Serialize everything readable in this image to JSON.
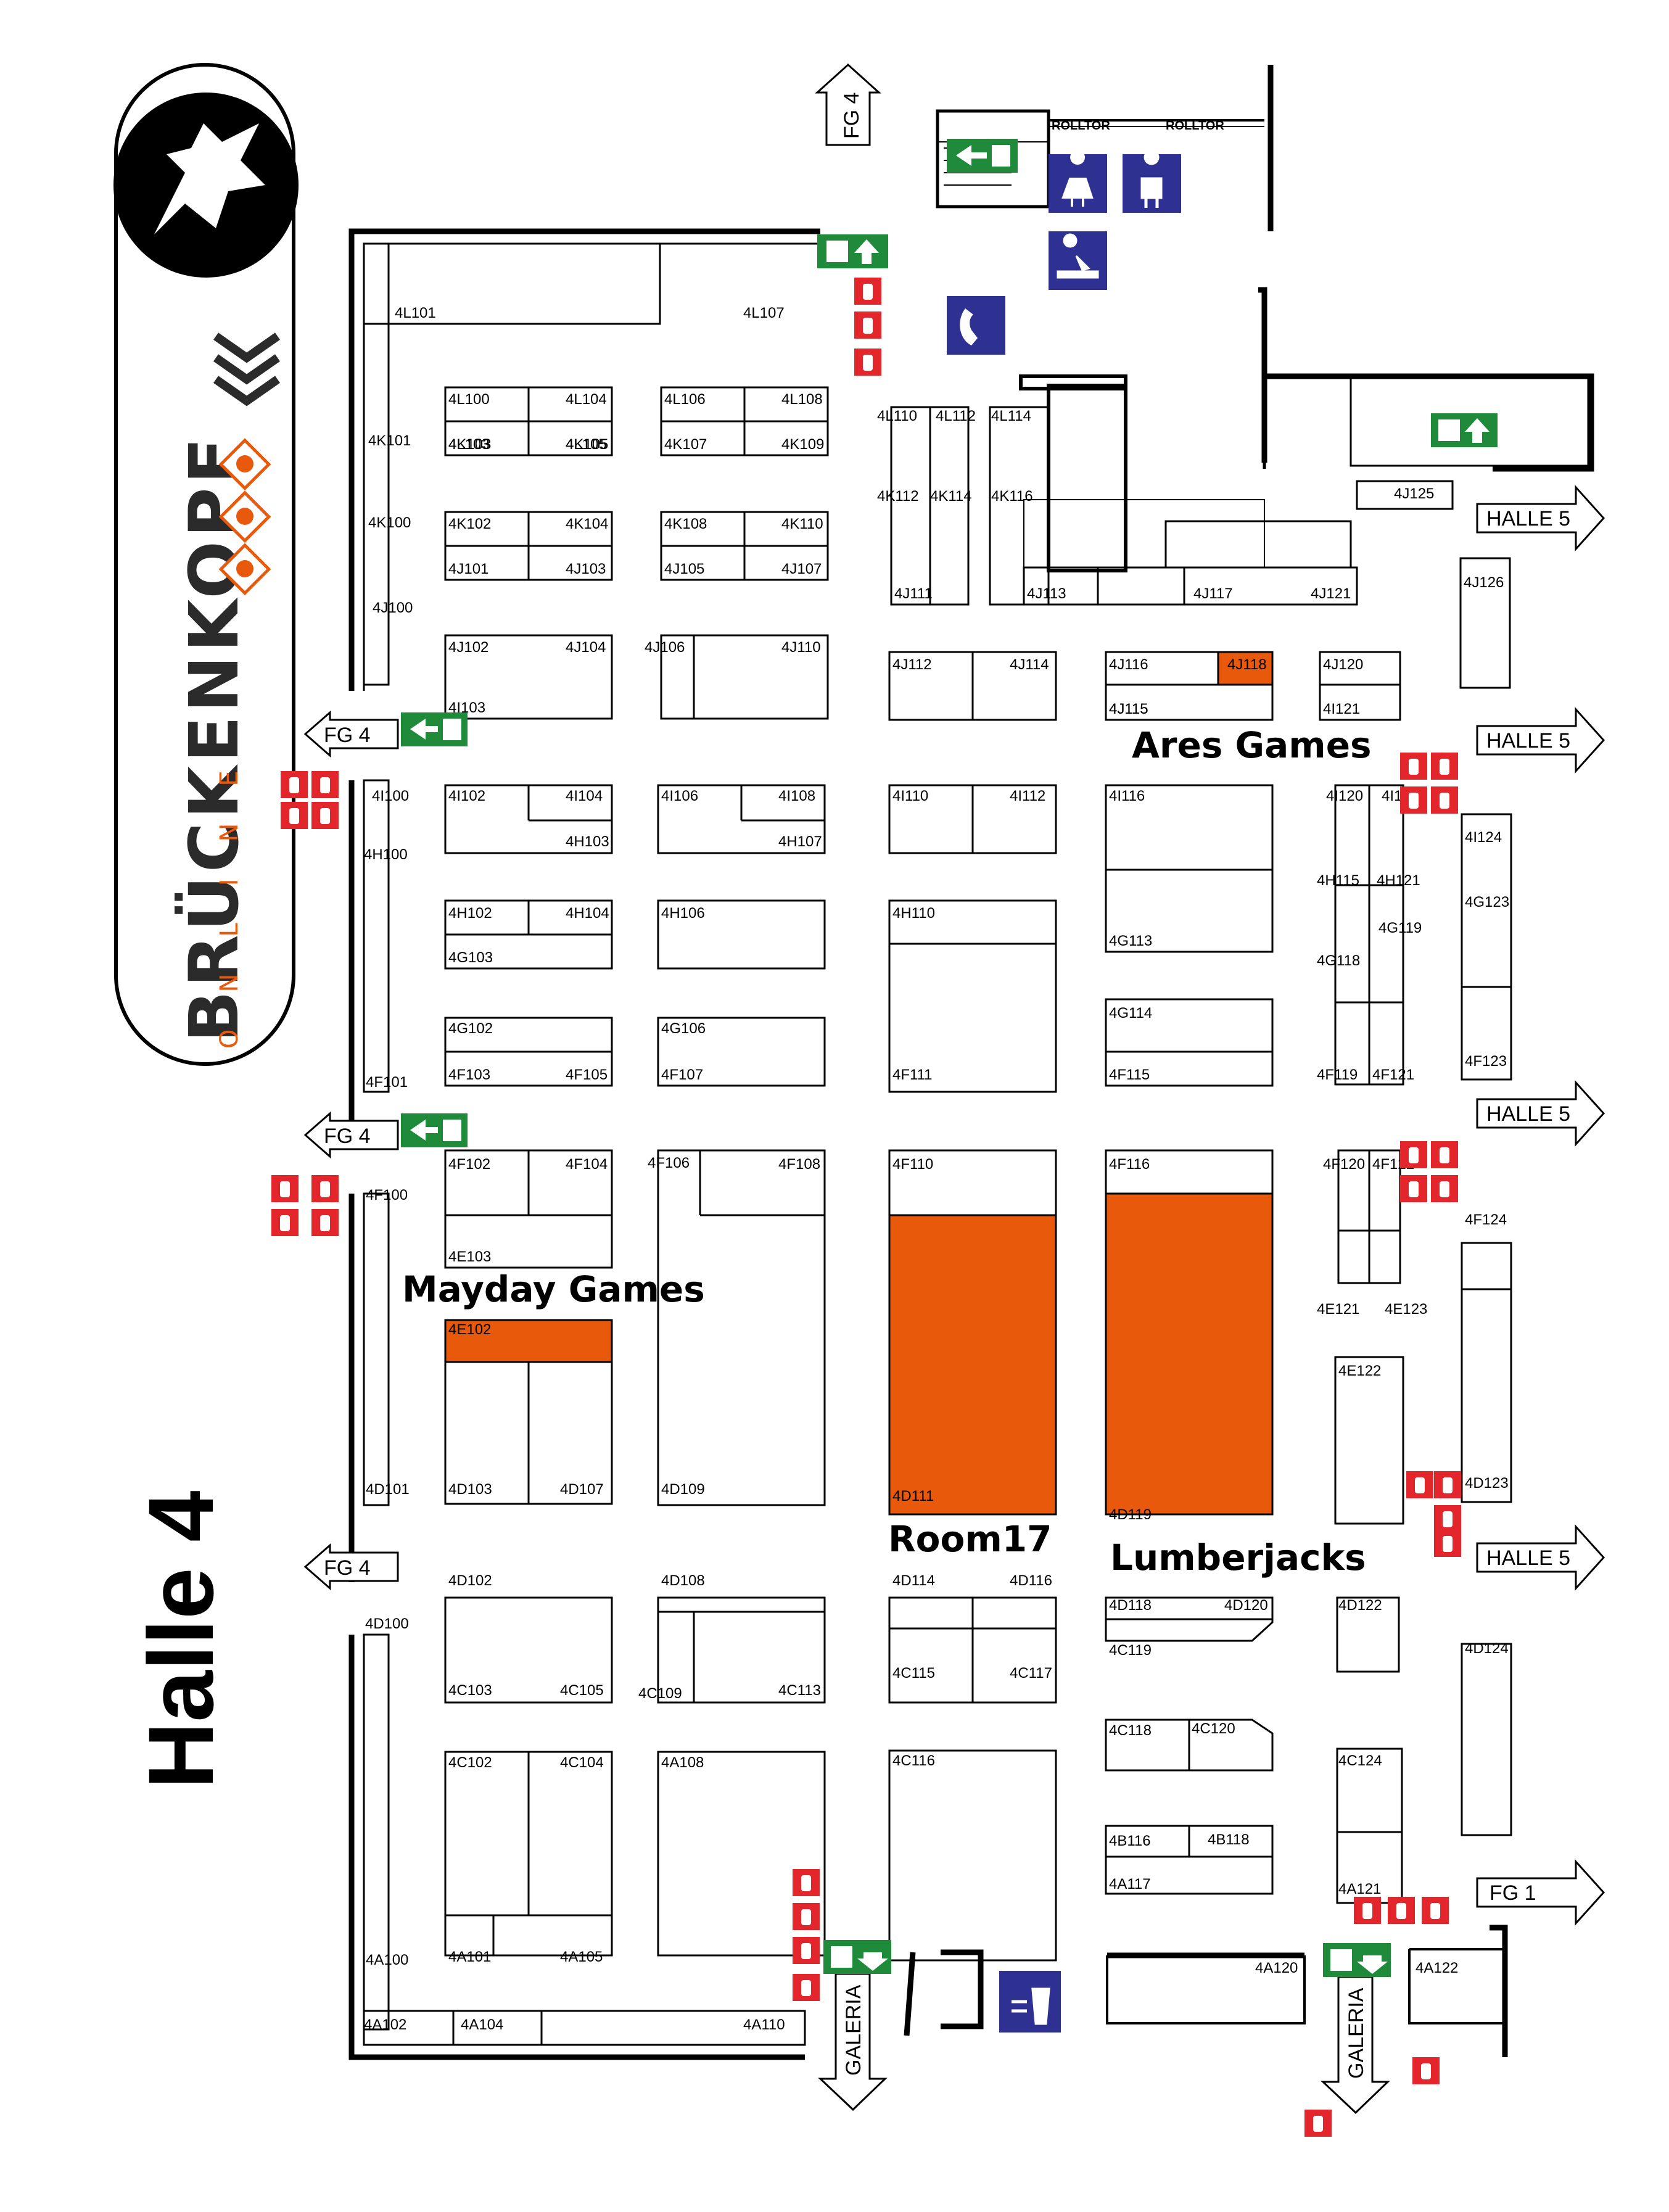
{
  "hall_title": "Halle 4",
  "logo": {
    "wordmark": "BRÜCKENKOPF",
    "subline": "ONLINE"
  },
  "colors": {
    "highlight": "#e8590c",
    "exit_green": "#1e8a3a",
    "info_blue": "#2e3192",
    "fire_red": "#e3262b",
    "wall": "#000000"
  },
  "highlights": [
    {
      "id": "ares",
      "label": "Ares Games"
    },
    {
      "id": "mayday",
      "label": "Mayday Games"
    },
    {
      "id": "room17",
      "label": "Room17"
    },
    {
      "id": "lumberjacks",
      "label": "Lumberjacks"
    }
  ],
  "direction_signs": [
    {
      "id": "fg4-top",
      "label": "FG 4"
    },
    {
      "id": "fg4-a",
      "label": "FG 4"
    },
    {
      "id": "fg4-b",
      "label": "FG 4"
    },
    {
      "id": "fg4-c",
      "label": "FG 4"
    },
    {
      "id": "halle5-a",
      "label": "HALLE 5"
    },
    {
      "id": "halle5-b",
      "label": "HALLE 5"
    },
    {
      "id": "halle5-c",
      "label": "HALLE 5"
    },
    {
      "id": "halle5-d",
      "label": "HALLE 5"
    },
    {
      "id": "fg1",
      "label": "FG 1"
    },
    {
      "id": "galeria-a",
      "label": "GALERIA"
    },
    {
      "id": "galeria-b",
      "label": "GALERIA"
    }
  ],
  "rolltor": [
    "ROLLTOR",
    "ROLLTOR"
  ],
  "booths": [
    "4L101",
    "4L107",
    "4L100",
    "4L104",
    "4L103",
    "4L105",
    "4L106",
    "4L108",
    "4K107",
    "4K109",
    "4K101",
    "4K103",
    "4K105",
    "4K100",
    "4K102",
    "4K104",
    "4J101",
    "4J103",
    "4K108",
    "4K110",
    "4J105",
    "4J107",
    "4J100",
    "4J102",
    "4J104",
    "4I103",
    "4J106",
    "4J110",
    "4L110",
    "4L112",
    "4L114",
    "4K112",
    "4K114",
    "4K116",
    "4J111",
    "4J113",
    "4J115",
    "4J117",
    "4J121",
    "4J125",
    "4J126",
    "4J112",
    "4J114",
    "4J116",
    "4J118",
    "4J115",
    "4J120",
    "4I121",
    "4I100",
    "4H100",
    "4I102",
    "4I104",
    "4H103",
    "4I106",
    "4I108",
    "4H107",
    "4I110",
    "4I112",
    "4I116",
    "4G113",
    "4I120",
    "4I122",
    "4H115",
    "4H121",
    "4G119",
    "4G118",
    "4I124",
    "4G123",
    "4H102",
    "4H104",
    "4G103",
    "4H106",
    "4H110",
    "4F111",
    "4G102",
    "4G106",
    "4F103",
    "4F105",
    "4F107",
    "4G114",
    "4F115",
    "4F119",
    "4F121",
    "4F123",
    "4F101",
    "4F100",
    "4F102",
    "4F104",
    "4E103",
    "4F106",
    "4F108",
    "4F110",
    "4F116",
    "4F120",
    "4F122",
    "4F124",
    "4E102",
    "4E121",
    "4E123",
    "4E122",
    "4D101",
    "4D103",
    "4D107",
    "4D109",
    "4D111",
    "4D119",
    "4D123",
    "4D100",
    "4D102",
    "4D108",
    "4D114",
    "4D116",
    "4D118",
    "4D120",
    "4C119",
    "4D122",
    "4D124",
    "4C103",
    "4C105",
    "4C109",
    "4C113",
    "4C115",
    "4C117",
    "4C116",
    "4C118",
    "4C120",
    "4C124",
    "4C102",
    "4C104",
    "4A108",
    "4B116",
    "4B118",
    "4A117",
    "4A121",
    "4A100",
    "4A101",
    "4A105",
    "4A102",
    "4A104",
    "4A110",
    "4A120",
    "4A122"
  ]
}
